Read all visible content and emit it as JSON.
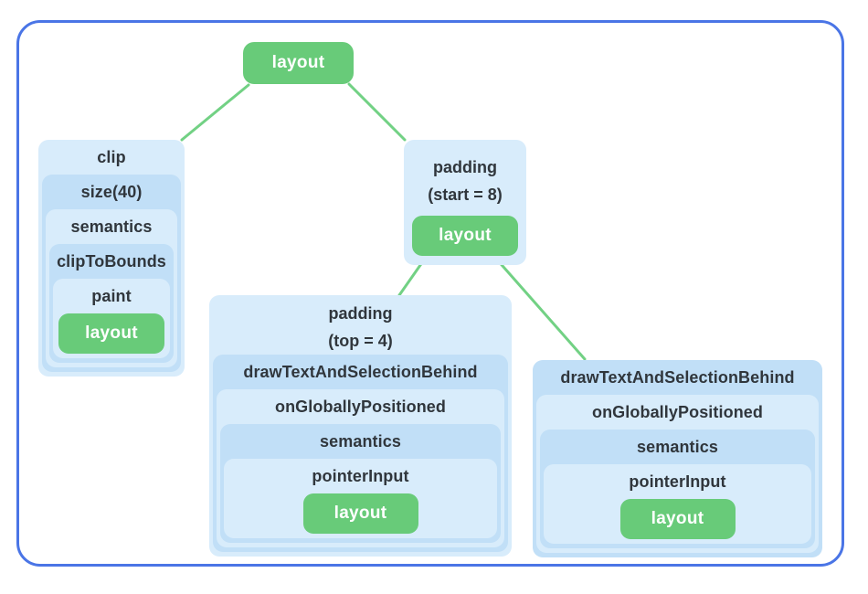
{
  "colors": {
    "frame_border": "#4a75e6",
    "box_light": "#d8ecfb",
    "box_dark": "#c1dff7",
    "leaf_green": "#68cb79",
    "connector_green": "#72d184",
    "label_text": "#30363c"
  },
  "root": {
    "label": "layout"
  },
  "left_tree": {
    "labels": [
      "clip",
      "size(40)",
      "semantics",
      "clipToBounds",
      "paint"
    ],
    "leaf": "layout"
  },
  "padding_start_node": {
    "line1": "padding",
    "line2": "(start = 8)",
    "leaf": "layout"
  },
  "middle_tree": {
    "line1": "padding",
    "line2": "(top = 4)",
    "labels": [
      "drawTextAndSelectionBehind",
      "onGloballyPositioned",
      "semantics",
      "pointerInput"
    ],
    "leaf": "layout"
  },
  "right_tree": {
    "labels": [
      "drawTextAndSelectionBehind",
      "onGloballyPositioned",
      "semantics",
      "pointerInput"
    ],
    "leaf": "layout"
  }
}
